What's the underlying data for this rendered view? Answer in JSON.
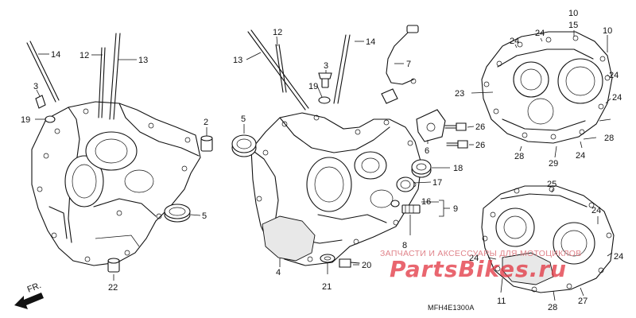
{
  "diagram": {
    "part_code": "MFH4E1300A",
    "fr_label": "FR.",
    "watermark": {
      "text": "ЗАПЧАСТИ И АКСЕССУАРЫ ДЛЯ МОТОЦИКЛОВ",
      "logo": "PartsBikes.ru",
      "color": "#e2333f"
    },
    "callouts": {
      "l14": "14",
      "l12": "12",
      "l13": "13",
      "l3": "3",
      "l19": "19",
      "l2": "2",
      "l5": "5",
      "l22": "22",
      "c13": "13",
      "c12": "12",
      "c14": "14",
      "c3": "3",
      "c19": "19",
      "c7": "7",
      "c5": "5",
      "c26a": "26",
      "c26b": "26",
      "c6": "6",
      "c18": "18",
      "c17": "17",
      "c16": "16",
      "c9": "9",
      "c8": "8",
      "c4": "4",
      "c20": "20",
      "c21": "21",
      "r10a": "10",
      "r15": "15",
      "r10b": "10",
      "r24a": "24",
      "r24b": "24",
      "r24c": "24",
      "r24d": "24",
      "r24e": "24",
      "r23": "23",
      "r28a": "28",
      "r28b": "28",
      "r29": "29",
      "b25": "25",
      "b24a": "24",
      "b24b": "24",
      "b24c": "24",
      "b11": "11",
      "b28": "28",
      "b27": "27"
    }
  }
}
